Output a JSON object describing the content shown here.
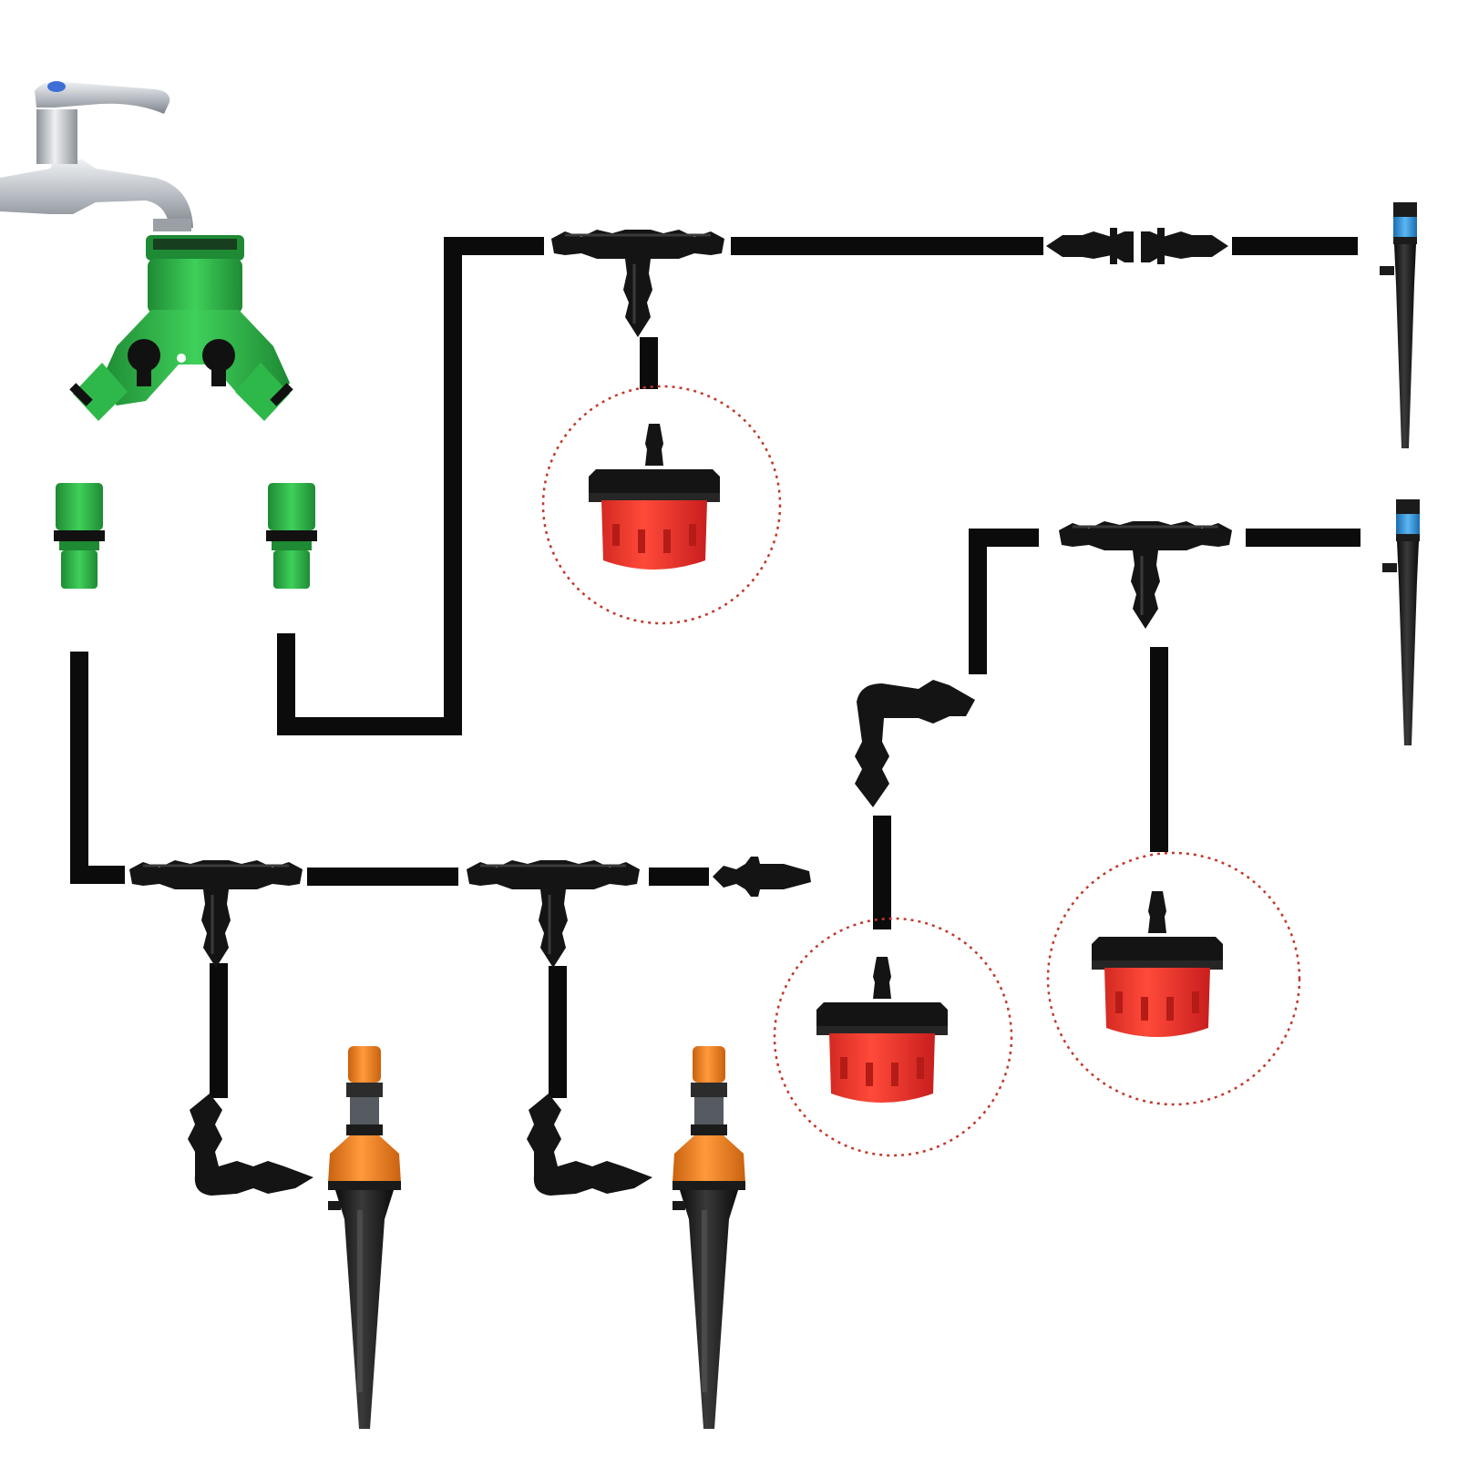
{
  "diagram": {
    "description_text": "",
    "colors": {
      "tube": "#0b0b0b",
      "fitting": "#161616",
      "fitting_highlight": "#3a3a3a",
      "faucet_silver": "#c9cdd1",
      "faucet_shadow": "#8b9096",
      "faucet_blue": "#3d6fd6",
      "splitter_green": "#2fb84a",
      "splitter_dark_green": "#1e8a34",
      "dripper_red": "#ff3b30",
      "dripper_dark_red": "#c81e1e",
      "sprinkler_orange": "#f07d1f",
      "sprinkler_blue_tip": "#2e8fd8",
      "highlight_circle": "#c0392b"
    },
    "components": [
      {
        "id": "faucet",
        "icon": "faucet-icon"
      },
      {
        "id": "y-splitter",
        "icon": "two-way-hose-splitter-icon"
      },
      {
        "id": "quick-connector-left",
        "icon": "hose-quick-connector-icon"
      },
      {
        "id": "quick-connector-right",
        "icon": "hose-quick-connector-icon"
      },
      {
        "id": "tee-top",
        "icon": "barbed-tee-connector-icon"
      },
      {
        "id": "tee-right-middle",
        "icon": "barbed-tee-connector-icon"
      },
      {
        "id": "tee-bottom-left",
        "icon": "barbed-tee-connector-icon"
      },
      {
        "id": "tee-bottom-center",
        "icon": "barbed-tee-connector-icon"
      },
      {
        "id": "straight-coupler",
        "icon": "barbed-straight-coupler-icon"
      },
      {
        "id": "end-plug",
        "icon": "end-plug-icon"
      },
      {
        "id": "elbow-middle",
        "icon": "barbed-elbow-connector-icon"
      },
      {
        "id": "elbow-bottom-left",
        "icon": "barbed-elbow-connector-icon"
      },
      {
        "id": "elbow-bottom-center",
        "icon": "barbed-elbow-connector-icon"
      },
      {
        "id": "dripper-top",
        "icon": "adjustable-red-dripper-icon"
      },
      {
        "id": "dripper-bottom-middle",
        "icon": "adjustable-red-dripper-icon"
      },
      {
        "id": "dripper-bottom-right",
        "icon": "adjustable-red-dripper-icon"
      },
      {
        "id": "stake-sprinkler-top",
        "icon": "blue-tip-stake-sprayer-icon"
      },
      {
        "id": "stake-sprinkler-middle",
        "icon": "blue-tip-stake-sprayer-icon"
      },
      {
        "id": "orange-sprinkler-left",
        "icon": "orange-stake-sprinkler-icon"
      },
      {
        "id": "orange-sprinkler-right",
        "icon": "orange-stake-sprinkler-icon"
      }
    ]
  }
}
